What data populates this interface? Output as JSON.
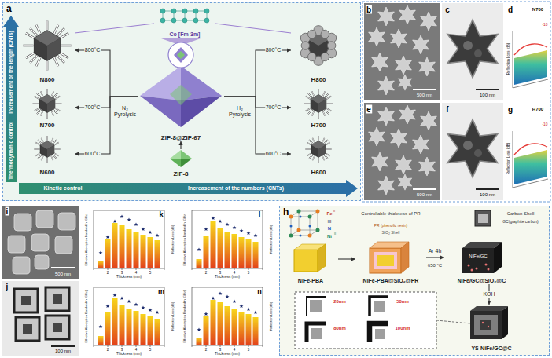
{
  "diagram": {
    "nodes": [
      {
        "text": [
          "a"
        ]
      },
      {
        "text": [
          "Co [Fm-3m]"
        ],
        "in": 0
      },
      {
        "text": [
          "N800"
        ],
        "in": 0
      },
      {
        "text": [
          "N700"
        ],
        "in": 0
      },
      {
        "text": [
          "N600"
        ],
        "in": 0
      },
      {
        "text": [
          "H800"
        ],
        "in": 0
      },
      {
        "text": [
          "H700"
        ],
        "in": 0
      },
      {
        "text": [
          "H600"
        ],
        "in": 0
      },
      {
        "text": [
          "ZIF-8@ZIF-67"
        ],
        "in": 0
      },
      {
        "text": [
          "ZIF-8"
        ],
        "in": 0
      },
      {
        "text": [
          "h"
        ]
      },
      {
        "text": [
          "NiFe-PBA"
        ],
        "in": 10
      },
      {
        "text": [
          "NiFe-PBA@SiO₂@PR"
        ],
        "in": 10
      },
      {
        "text": [
          "NiFe/GC@SiO₂@C"
        ],
        "in": 10
      },
      {
        "text": [
          "YS-NiFe/GC@C"
        ],
        "in": 10
      }
    ],
    "edges": [
      {
        "from": 9,
        "to": 8,
        "arrow": "to"
      },
      {
        "from": 8,
        "to": 2,
        "label": "800°C",
        "arrow": "to"
      },
      {
        "from": 8,
        "to": 3,
        "label": "700°C",
        "arrow": "to"
      },
      {
        "from": 8,
        "to": 4,
        "label": "600°C",
        "arrow": "to"
      },
      {
        "from": 8,
        "to": 5,
        "label": "800°C",
        "arrow": "to"
      },
      {
        "from": 8,
        "to": 6,
        "label": "700°C",
        "arrow": "to"
      },
      {
        "from": 8,
        "to": 7,
        "label": "600°C",
        "arrow": "to"
      },
      {
        "from": 11,
        "to": 12,
        "arrow": "to"
      },
      {
        "from": 12,
        "to": 13,
        "label": "Ar 4h",
        "arrow": "to"
      },
      {
        "from": 13,
        "to": 14,
        "label": "KOH",
        "arrow": "to"
      }
    ],
    "labels": [
      "Increasement of the length (CNTs)",
      "Thermodynamic control",
      "Kinetic control",
      "Increasement of the numbers (CNTs)",
      "N₂ Pyrolysis",
      "H₂ Pyrolysis",
      "b",
      "500 nm",
      "c",
      "100 nm",
      "d",
      "N700",
      "-10",
      "Reflection Loss (dB)",
      "e",
      "500 nm",
      "f",
      "100 nm",
      "g",
      "H700",
      "-10",
      "Reflection Loss (dB)",
      "Fe",
      "II",
      "III",
      "N",
      "Ni",
      "II",
      "Controllable thickness of PR",
      "PR (phenolic resin)",
      "SiO₂ Shell",
      "Carbon Shell",
      "GC(graphite carbon)",
      "NiFe/GC",
      "650 °C",
      "20nm",
      "50nm",
      "80nm",
      "100nm",
      "i",
      "500 nm",
      "j",
      "100 nm",
      "k",
      "Thickness (mm)",
      "Effective Absorption Bandwidth (GHz)",
      "Reflection Loss (dB)",
      "2",
      "3",
      "4",
      "5",
      "l",
      "Thickness (mm)",
      "Effective Absorption Bandwidth (GHz)",
      "Reflection Loss (dB)",
      "2",
      "3",
      "4",
      "5",
      "m",
      "Thickness (mm)",
      "Effective Absorption Bandwidth (GHz)",
      "Reflection Loss (dB)",
      "2",
      "3",
      "4",
      "5",
      "n",
      "Thickness (mm)",
      "Effective Absorption Bandwidth (GHz)",
      "Reflection Loss (dB)",
      "2",
      "3",
      "4",
      "5"
    ]
  }
}
